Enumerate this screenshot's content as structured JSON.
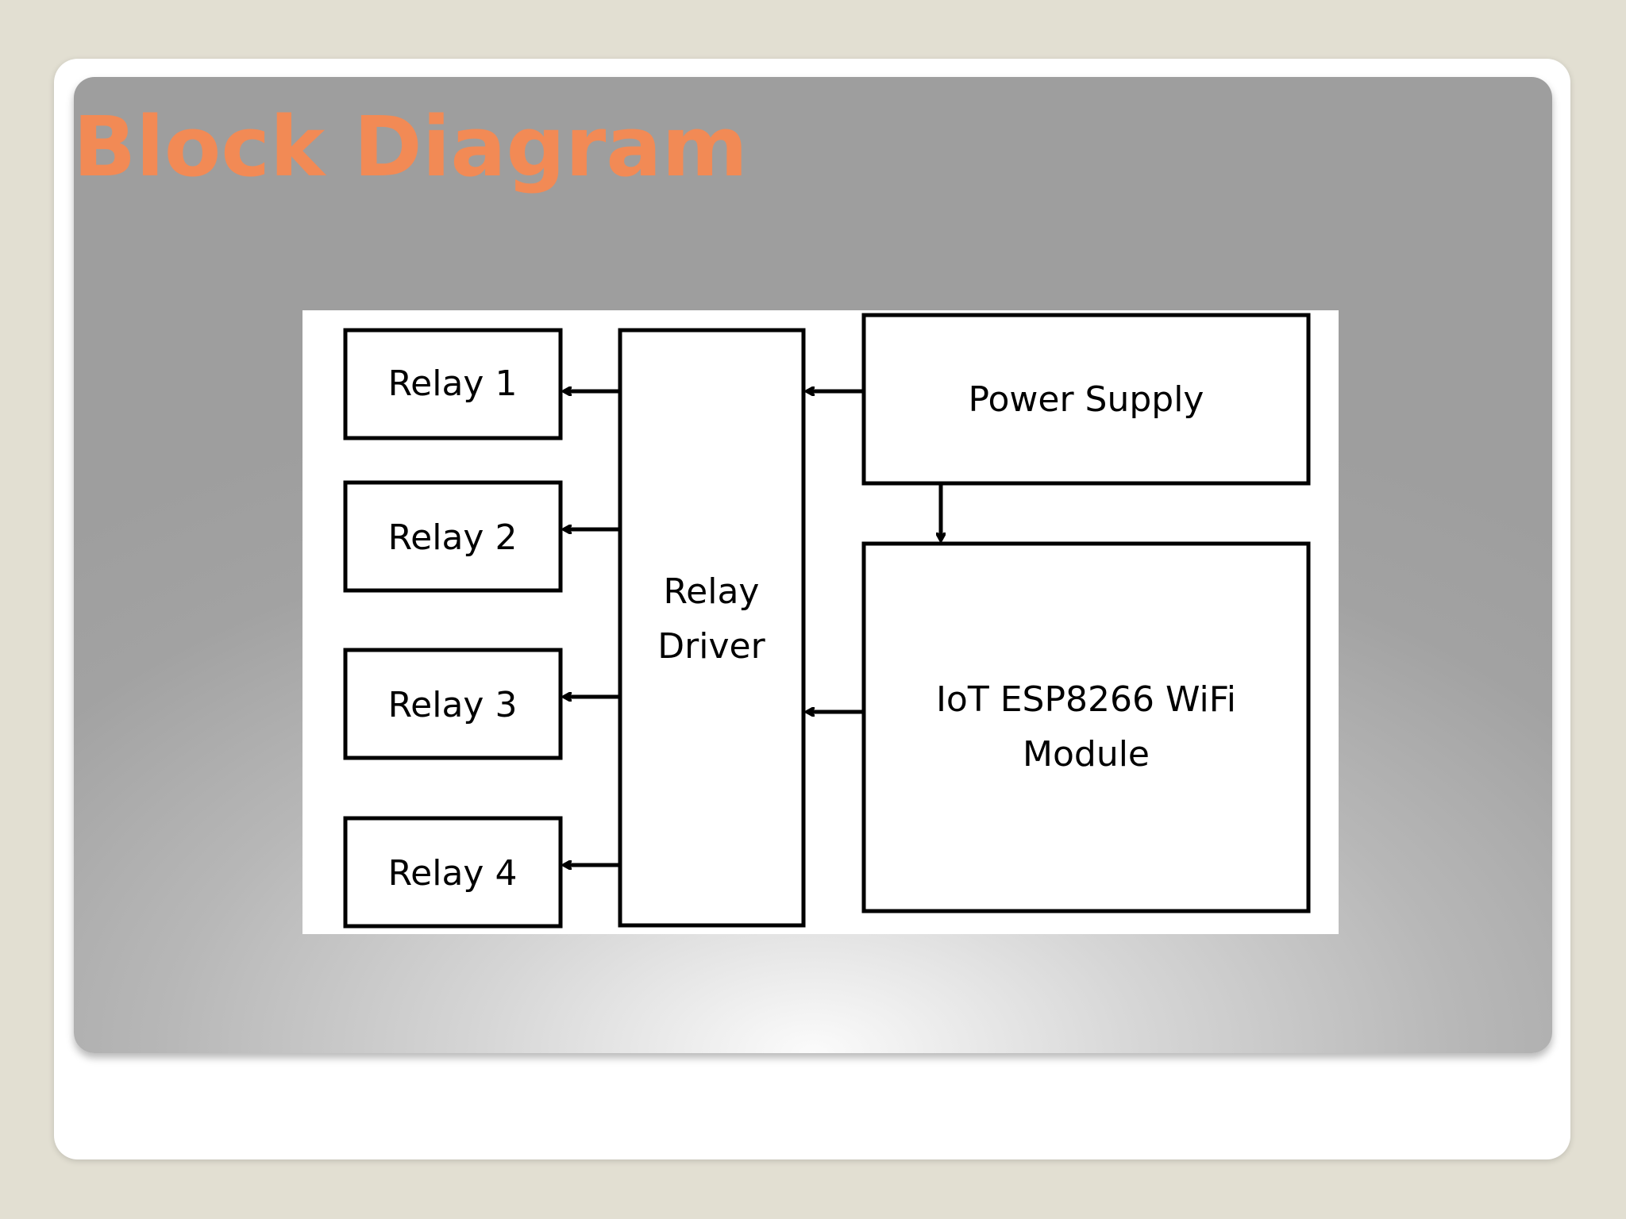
{
  "slide": {
    "title": "Block Diagram",
    "title_color": "#f28a55",
    "background_color": "#e2dfd2"
  },
  "diagram": {
    "blocks": {
      "relay1": {
        "label": "Relay 1"
      },
      "relay2": {
        "label": "Relay 2"
      },
      "relay3": {
        "label": "Relay 3"
      },
      "relay4": {
        "label": "Relay 4"
      },
      "relay_driver": {
        "lines": [
          "Relay",
          "Driver"
        ]
      },
      "power_supply": {
        "label": "Power Supply"
      },
      "wifi_module": {
        "lines": [
          "IoT ESP8266 WiFi",
          "Module"
        ]
      }
    },
    "connections": [
      {
        "from": "relay_driver",
        "to": "relay1"
      },
      {
        "from": "relay_driver",
        "to": "relay2"
      },
      {
        "from": "relay_driver",
        "to": "relay3"
      },
      {
        "from": "relay_driver",
        "to": "relay4"
      },
      {
        "from": "power_supply",
        "to": "relay_driver"
      },
      {
        "from": "power_supply",
        "to": "wifi_module"
      },
      {
        "from": "wifi_module",
        "to": "relay_driver"
      }
    ]
  }
}
